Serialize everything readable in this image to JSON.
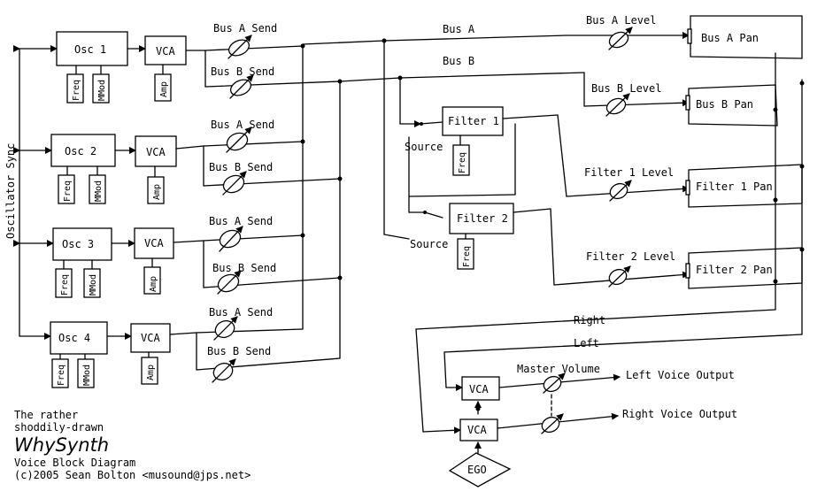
{
  "labels": {
    "osc1": "Osc 1",
    "osc2": "Osc 2",
    "osc3": "Osc 3",
    "osc4": "Osc 4",
    "vca": "VCA",
    "freq": "Freq",
    "mmod": "MMod",
    "amp": "Amp",
    "sync": "Oscillator Sync",
    "busA_send": "Bus A Send",
    "busB_send": "Bus B Send",
    "busA": "Bus A",
    "busB": "Bus B",
    "busA_level": "Bus A Level",
    "busB_level": "Bus B Level",
    "busA_pan": "Bus A Pan",
    "busB_pan": "Bus B Pan",
    "filter1": "Filter 1",
    "filter2": "Filter 2",
    "source": "Source",
    "filter1_level": "Filter 1 Level",
    "filter2_level": "Filter 2 Level",
    "filter1_pan": "Filter 1 Pan",
    "filter2_pan": "Filter 2 Pan",
    "right": "Right",
    "left": "Left",
    "master_volume": "Master Volume",
    "left_out": "Left Voice Output",
    "right_out": "Right Voice Output",
    "ego": "EGO"
  },
  "caption": {
    "line1": "The rather",
    "line2": "shoddily-drawn",
    "title": "WhySynth",
    "line3": "Voice Block Diagram",
    "line4": "(c)2005 Sean Bolton <musound@jps.net>"
  }
}
